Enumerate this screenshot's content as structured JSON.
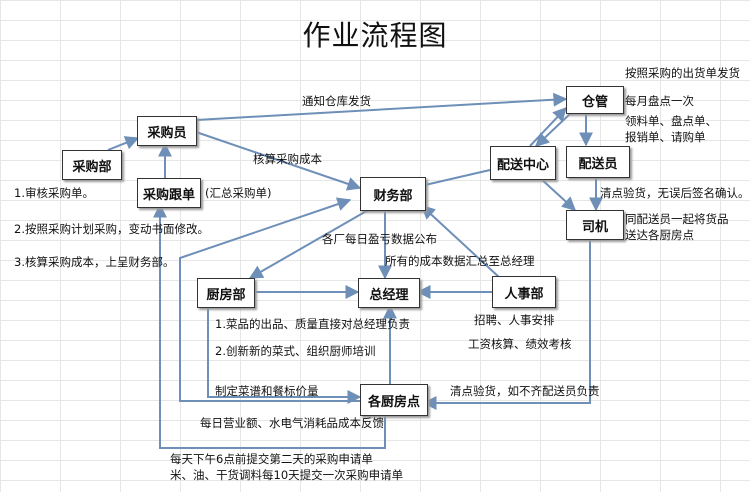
{
  "title": "作业流程图",
  "nodes": {
    "cangguan": "仓管",
    "caigouyuan": "采购员",
    "caigoubu": "采购部",
    "caigougendan": "采购跟单",
    "peisongzhongxin": "配送中心",
    "peisongyuan": "配送员",
    "caiwubu": "财务部",
    "siji": "司机",
    "chufangbu": "厨房部",
    "zongjingli": "总经理",
    "renshibu": "人事部",
    "gechufangdian": "各厨房点"
  },
  "labels": {
    "tongzhi_cangku_fahuo": "通知仓库发货",
    "anzhao_caigou": "按照采购的出货单发货",
    "meiyue_pandian": "每月盘点一次",
    "lingliao_dan": "领料单、盘点单、",
    "baoxiao_dan": "报销单、请购单",
    "hesuan_caigou_chengben": "核算采购成本",
    "huizong_caigoudan": "(汇总采购单)",
    "shenhe_caigoudan": "1.审核采购单。",
    "anzhao_caigou_jihua": "2.按照采购计划采购，变动书面修改。",
    "hesuan_chengben": "3.核算采购成本，上呈财务部。",
    "qingdian_yanhuo_wuwu": "清点验货，无误后签名确认。",
    "tong_peisongyuan": "同配送员一起将货品",
    "songda_chufangdian": "送达各厨房点",
    "gechang_meiri": "各厂每日盈亏数据公布",
    "suoyou_chengben": "所有的成本数据汇总至总经理",
    "caipin_chupin": "1.菜品的出品、质量直接对总经理负责",
    "chuangxin_caishi": "2.创新新的菜式、组织厨师培训",
    "zhaopin": "招聘、人事安排",
    "gongzi_hesuan": "工资核算、绩效考核",
    "zhiding_caipu": "制定菜谱和餐标价量",
    "qingdian_yanhuo_buqi": "清点验货，如不齐配送员负责",
    "meiri_yingye": "每日营业额、水电气消耗品成本反馈",
    "meitian_xiawu": "每天下午6点前提交第二天的采购申请单",
    "mi_you": "米、油、干货调料每10天提交一次采购申请单"
  }
}
